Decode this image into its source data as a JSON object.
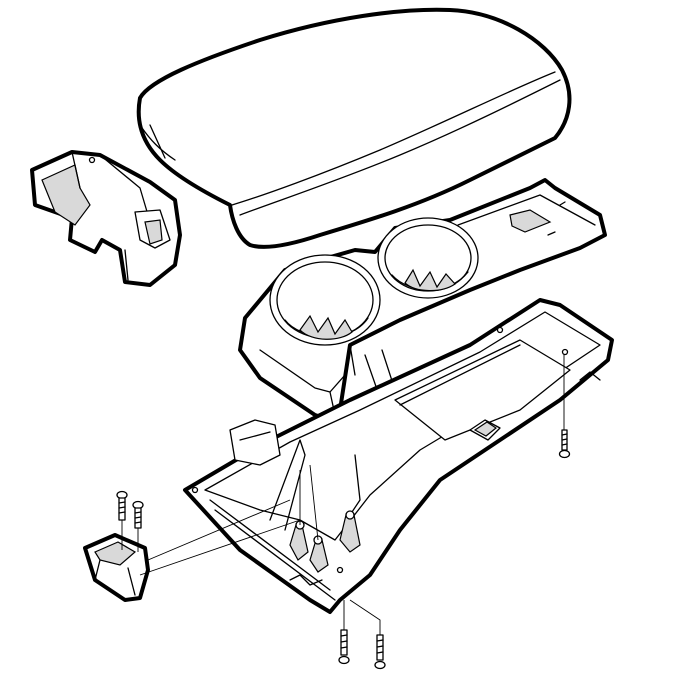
{
  "diagram": {
    "parts": [
      {
        "id": "armrest-lid",
        "icon": "armrest-lid-icon"
      },
      {
        "id": "end-cap",
        "icon": "end-cap-icon"
      },
      {
        "id": "cup-holder-tray",
        "icon": "cup-holder-tray-icon"
      },
      {
        "id": "base-frame",
        "icon": "console-base-icon"
      },
      {
        "id": "latch-bracket",
        "icon": "latch-bracket-icon"
      },
      {
        "id": "screws",
        "icon": "screw-icon"
      }
    ],
    "colors": {
      "line": "#000000",
      "background": "#ffffff",
      "shading": "#d9d9d9"
    }
  }
}
